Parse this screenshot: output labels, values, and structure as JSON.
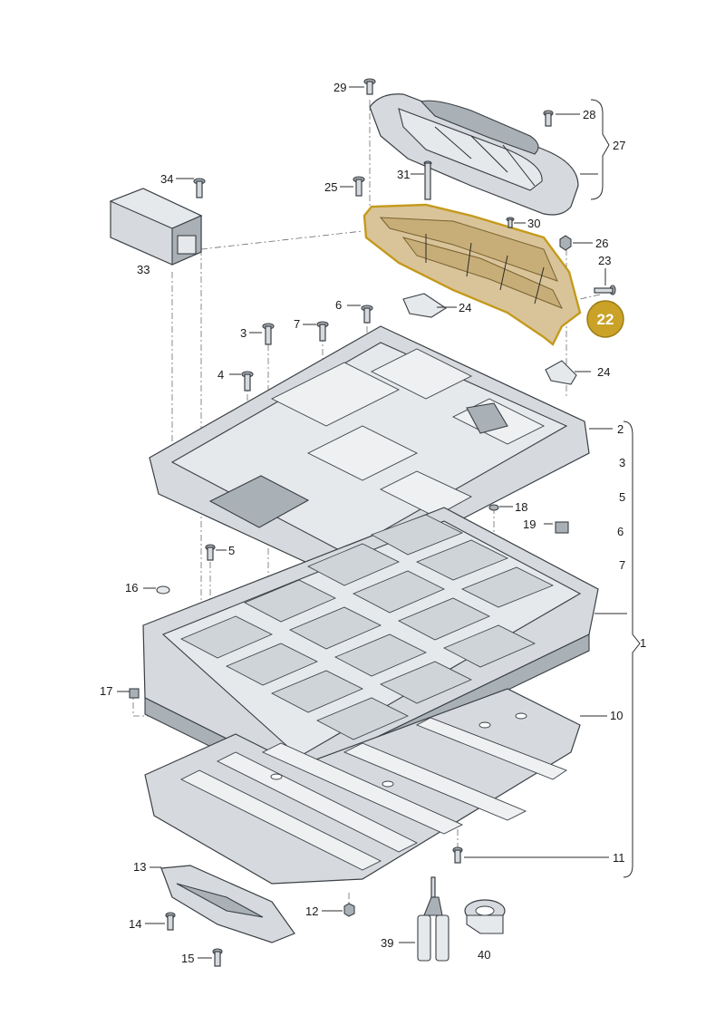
{
  "callouts": [
    {
      "id": "c29",
      "label": "29"
    },
    {
      "id": "c28",
      "label": "28"
    },
    {
      "id": "c27",
      "label": "27"
    },
    {
      "id": "c31",
      "label": "31"
    },
    {
      "id": "c34",
      "label": "34"
    },
    {
      "id": "c25",
      "label": "25"
    },
    {
      "id": "c30",
      "label": "30"
    },
    {
      "id": "c26",
      "label": "26"
    },
    {
      "id": "c23",
      "label": "23"
    },
    {
      "id": "c33",
      "label": "33"
    },
    {
      "id": "c6",
      "label": "6"
    },
    {
      "id": "c24a",
      "label": "24"
    },
    {
      "id": "c24b",
      "label": "24"
    },
    {
      "id": "c3",
      "label": "3"
    },
    {
      "id": "c7",
      "label": "7"
    },
    {
      "id": "c4",
      "label": "4"
    },
    {
      "id": "c2",
      "label": "2"
    },
    {
      "id": "c3r",
      "label": "3"
    },
    {
      "id": "c5r",
      "label": "5"
    },
    {
      "id": "c6r",
      "label": "6"
    },
    {
      "id": "c7r",
      "label": "7"
    },
    {
      "id": "c18",
      "label": "18"
    },
    {
      "id": "c19",
      "label": "19"
    },
    {
      "id": "c5",
      "label": "5"
    },
    {
      "id": "c16",
      "label": "16"
    },
    {
      "id": "c1",
      "label": "1"
    },
    {
      "id": "c17",
      "label": "17"
    },
    {
      "id": "c10",
      "label": "10"
    },
    {
      "id": "c11",
      "label": "11"
    },
    {
      "id": "c13",
      "label": "13"
    },
    {
      "id": "c12",
      "label": "12"
    },
    {
      "id": "c14",
      "label": "14"
    },
    {
      "id": "c39",
      "label": "39"
    },
    {
      "id": "c40",
      "label": "40"
    },
    {
      "id": "c15",
      "label": "15"
    }
  ],
  "highlight_badge": {
    "label": "22",
    "color": "#c9a227"
  },
  "colors": {
    "highlight_fill": "#d9c49a",
    "highlight_stroke": "#c49a1c",
    "part_fill": "#d6dade",
    "line": "#3a3f44"
  }
}
